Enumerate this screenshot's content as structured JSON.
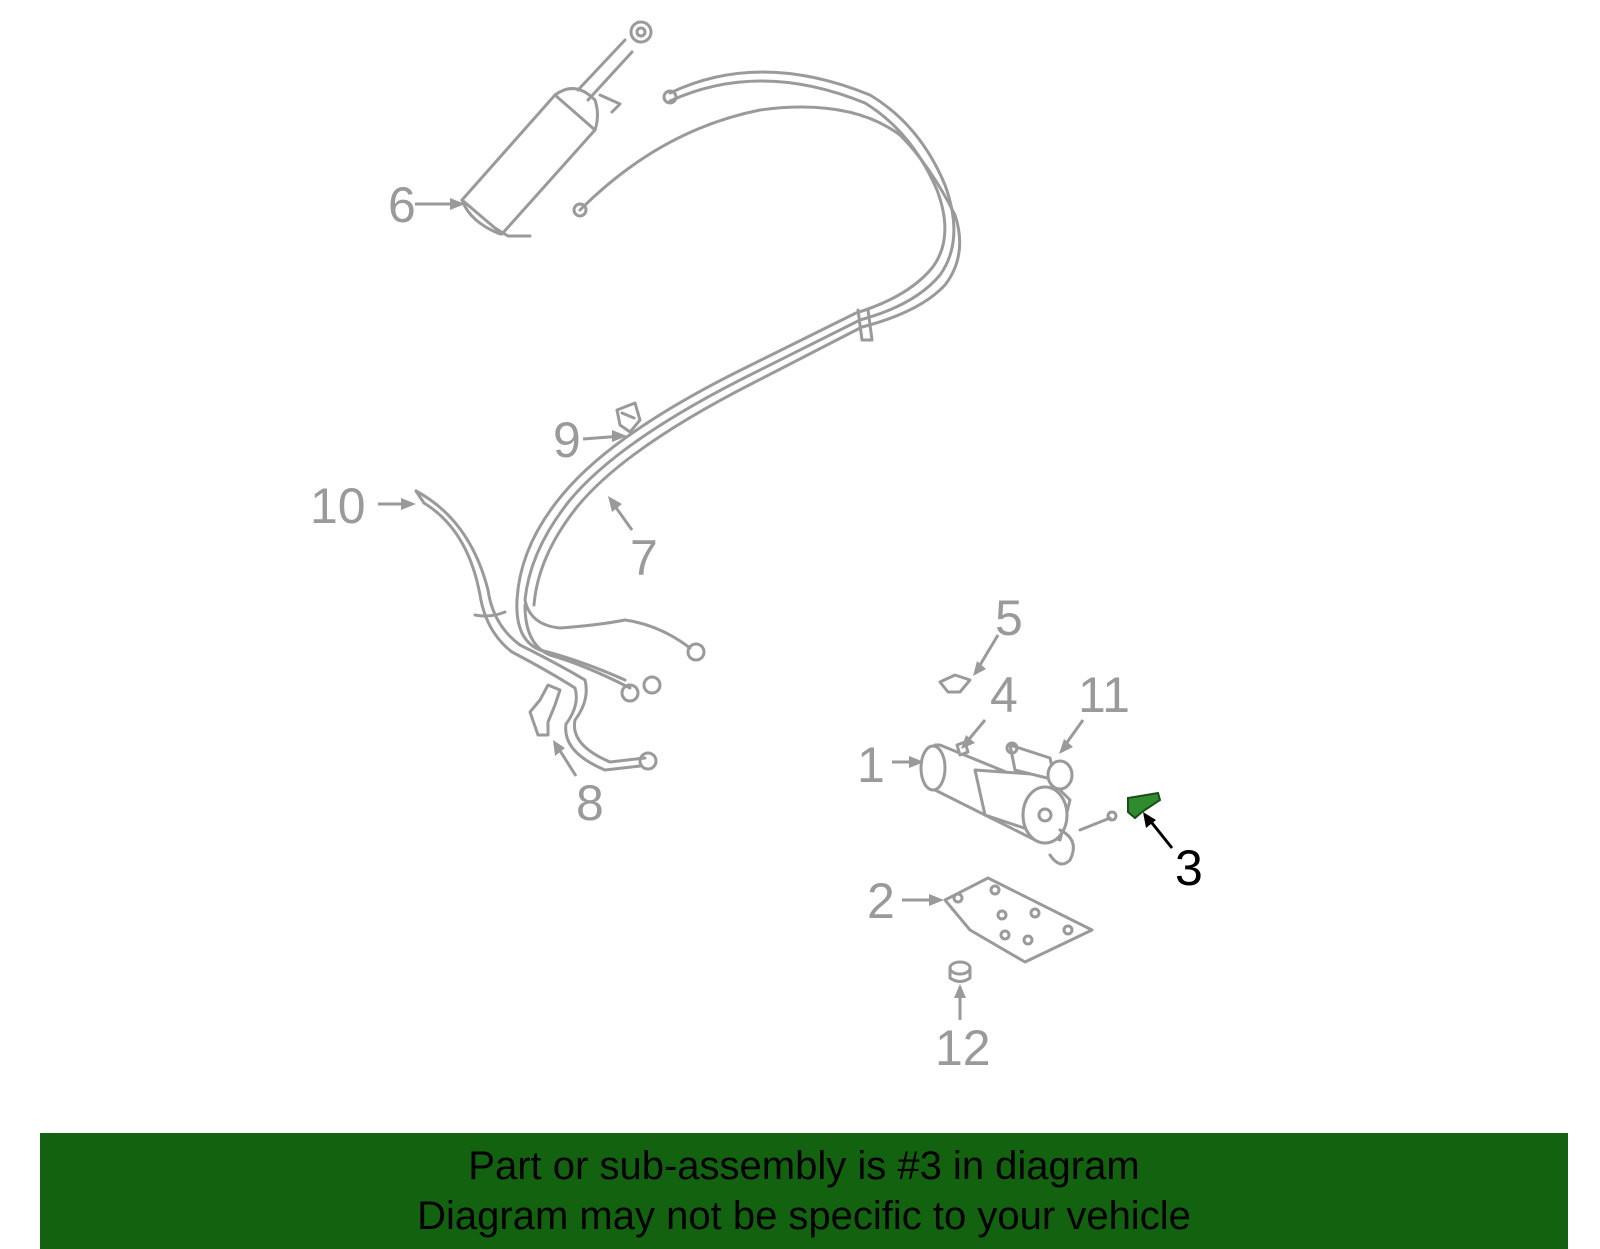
{
  "colors": {
    "part_gray": "#9a9a9a",
    "highlight_part": "#2e8b2e",
    "banner_bg": "#136210"
  },
  "callouts": {
    "c1": "1",
    "c2": "2",
    "c3": "3",
    "c4": "4",
    "c5": "5",
    "c6": "6",
    "c7": "7",
    "c8": "8",
    "c9": "9",
    "c10": "10",
    "c11": "11",
    "c12": "12"
  },
  "highlighted_callout": "3",
  "banner": {
    "line1": "Part or sub-assembly is #3 in diagram",
    "line2": "Diagram may not be specific to your vehicle"
  }
}
